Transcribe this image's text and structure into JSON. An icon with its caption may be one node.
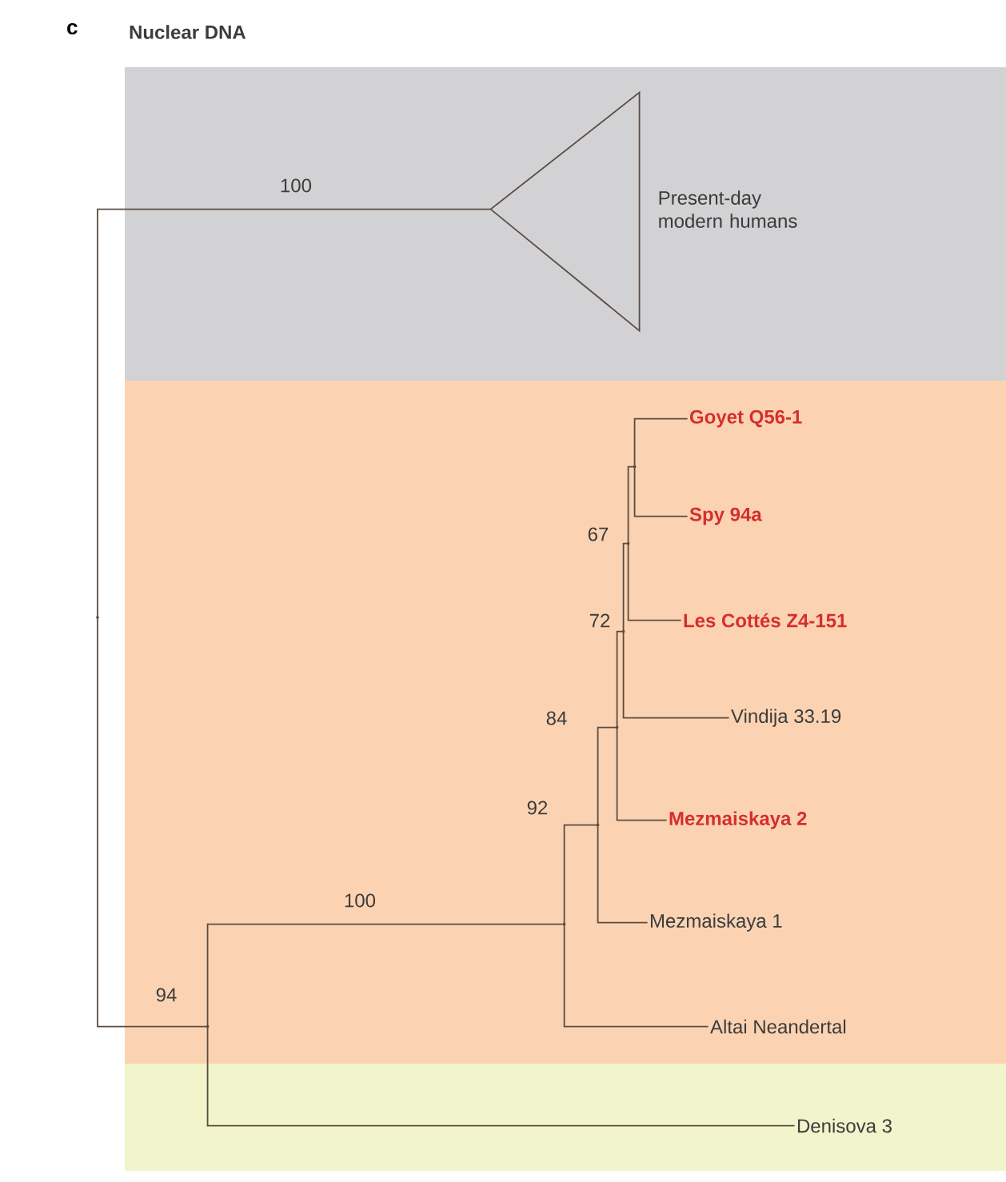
{
  "diagram": {
    "title": "Nuclear DNA",
    "nodes": [
      {
        "text": [],
        "shape": "band"
      },
      {
        "text": [
          "Present-day modern humans"
        ],
        "in": 0
      },
      {
        "text": [],
        "shape": "band"
      },
      {
        "text": [
          "Goyet Q56-1"
        ],
        "in": 2
      },
      {
        "text": [
          "Spy 94a"
        ],
        "in": 2
      },
      {
        "text": [
          "Les Cottés Z4-151"
        ],
        "in": 2
      },
      {
        "text": [
          "Vindija 33.19"
        ],
        "in": 2
      },
      {
        "text": [
          "Mezmaiskaya 2"
        ],
        "in": 2
      },
      {
        "text": [
          "Mezmaiskaya 1"
        ],
        "in": 2
      },
      {
        "text": [
          "Altai Neandertal"
        ],
        "in": 2
      },
      {
        "text": [],
        "shape": "band"
      },
      {
        "text": [
          "Denisova 3"
        ],
        "in": 10
      },
      {
        "text": [],
        "shape": "dot"
      },
      {
        "text": [],
        "shape": "dot",
        "in": 2
      },
      {
        "text": [],
        "shape": "dot",
        "in": 2
      },
      {
        "text": [],
        "shape": "dot",
        "in": 2
      },
      {
        "text": [],
        "shape": "dot",
        "in": 2
      },
      {
        "text": [],
        "shape": "dot",
        "in": 2
      },
      {
        "text": [],
        "shape": "dot",
        "in": 2
      },
      {
        "text": [],
        "shape": "dot",
        "in": 2
      }
    ],
    "edges": [
      {
        "from": 12,
        "to": 1,
        "arrow": "none",
        "label": "100"
      },
      {
        "from": 12,
        "to": 13,
        "arrow": "none",
        "label": "94"
      },
      {
        "from": 13,
        "to": 14,
        "arrow": "none",
        "label": "100"
      },
      {
        "from": 13,
        "to": 11,
        "arrow": "none"
      },
      {
        "from": 14,
        "to": 15,
        "arrow": "none",
        "label": "92"
      },
      {
        "from": 14,
        "to": 9,
        "arrow": "none"
      },
      {
        "from": 15,
        "to": 16,
        "arrow": "none",
        "label": "84"
      },
      {
        "from": 15,
        "to": 8,
        "arrow": "none"
      },
      {
        "from": 16,
        "to": 17,
        "arrow": "none",
        "label": "72"
      },
      {
        "from": 16,
        "to": 7,
        "arrow": "none"
      },
      {
        "from": 17,
        "to": 18,
        "arrow": "none",
        "label": "67"
      },
      {
        "from": 17,
        "to": 6,
        "arrow": "none"
      },
      {
        "from": 18,
        "to": 19,
        "arrow": "none"
      },
      {
        "from": 18,
        "to": 5,
        "arrow": "none"
      },
      {
        "from": 19,
        "to": 3,
        "arrow": "none"
      },
      {
        "from": 19,
        "to": 4,
        "arrow": "none"
      }
    ],
    "labels": [
      "c"
    ]
  }
}
